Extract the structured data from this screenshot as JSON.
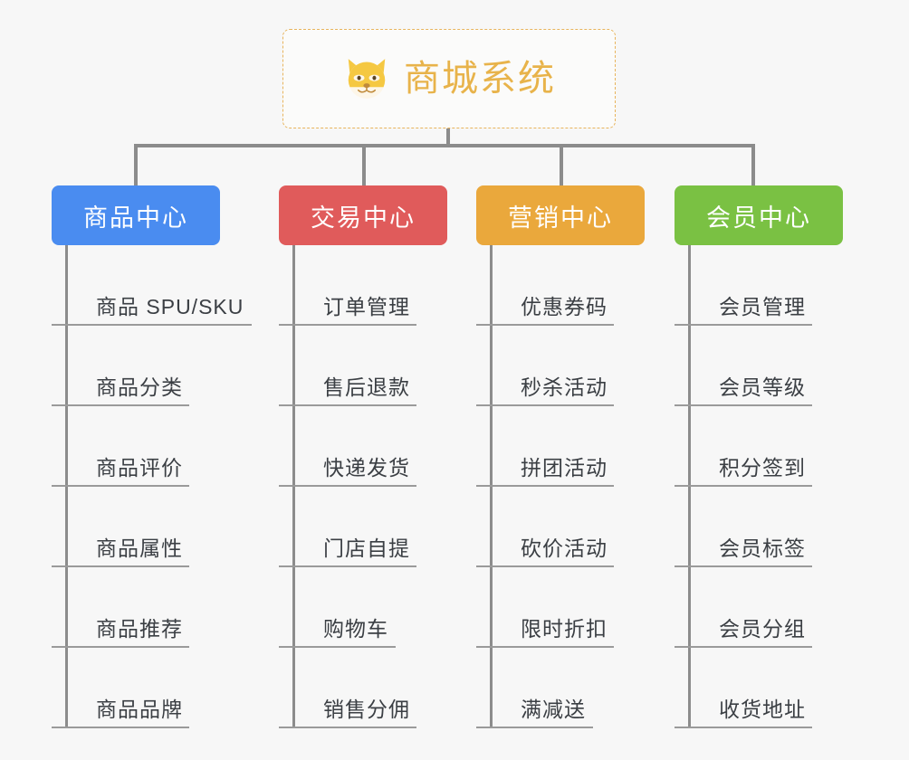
{
  "diagram": {
    "title": "商城系统",
    "root": {
      "label": "商城系统",
      "icon": "shiba-dog-face-icon",
      "border_color": "#e8b45c",
      "text_color": "#e8b34a",
      "background": "#fbfbfa"
    },
    "canvas_background": "#f7f7f7",
    "connector_color": "#8c8c8c",
    "columns": [
      {
        "label": "商品中心",
        "color": "#4a8cf0",
        "items": [
          "商品 SPU/SKU",
          "商品分类",
          "商品评价",
          "商品属性",
          "商品推荐",
          "商品品牌"
        ]
      },
      {
        "label": "交易中心",
        "color": "#e05b5b",
        "items": [
          "订单管理",
          "售后退款",
          "快递发货",
          "门店自提",
          "购物车",
          "销售分佣"
        ]
      },
      {
        "label": "营销中心",
        "color": "#eaa83c",
        "items": [
          "优惠券码",
          "秒杀活动",
          "拼团活动",
          "砍价活动",
          "限时折扣",
          "满减送"
        ]
      },
      {
        "label": "会员中心",
        "color": "#7ac143",
        "items": [
          "会员管理",
          "会员等级",
          "积分签到",
          "会员标签",
          "会员分组",
          "收货地址"
        ]
      }
    ]
  }
}
